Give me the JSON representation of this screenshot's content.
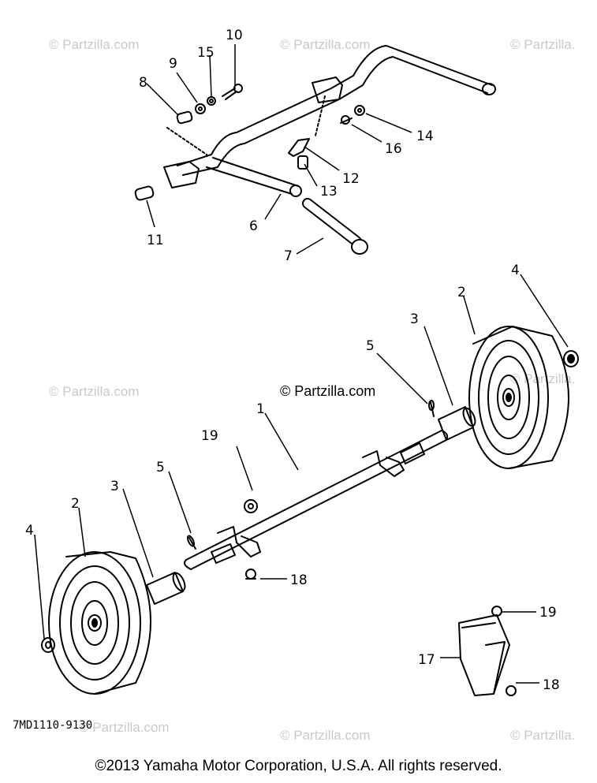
{
  "callouts": [
    {
      "n": "1"
    },
    {
      "n": "2"
    },
    {
      "n": "2"
    },
    {
      "n": "3"
    },
    {
      "n": "3"
    },
    {
      "n": "4"
    },
    {
      "n": "4"
    },
    {
      "n": "5"
    },
    {
      "n": "5"
    },
    {
      "n": "6"
    },
    {
      "n": "7"
    },
    {
      "n": "8"
    },
    {
      "n": "9"
    },
    {
      "n": "10"
    },
    {
      "n": "11"
    },
    {
      "n": "12"
    },
    {
      "n": "13"
    },
    {
      "n": "14"
    },
    {
      "n": "15"
    },
    {
      "n": "16"
    },
    {
      "n": "17"
    },
    {
      "n": "18"
    },
    {
      "n": "18"
    },
    {
      "n": "19"
    },
    {
      "n": "19"
    }
  ],
  "diagram_code": "7MD1110-9130",
  "watermark": "© Partzilla.com",
  "watermark_partial": "© Partzilla.",
  "copyright": "©2013  Yamaha Motor Corporation, U.S.A. All rights reserved."
}
